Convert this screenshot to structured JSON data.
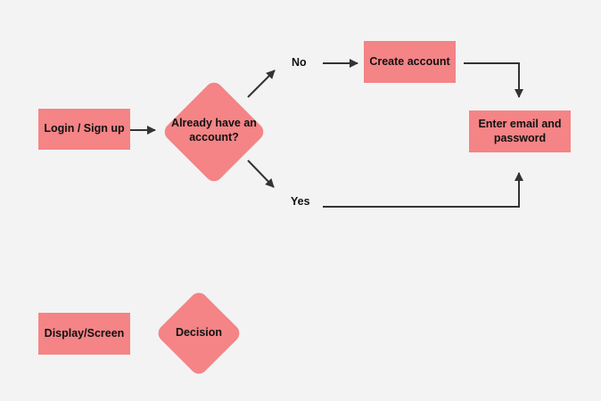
{
  "flowchart": {
    "start": "Login / Sign up",
    "decision": "Already have an account?",
    "branch_no": "No",
    "branch_yes": "Yes",
    "create": "Create account",
    "enter": "Enter email and password"
  },
  "legend": {
    "screen": "Display/Screen",
    "decision": "Decision"
  },
  "colors": {
    "background": "#f3f3f3",
    "shape_fill": "#f48486",
    "connector": "#333333"
  }
}
